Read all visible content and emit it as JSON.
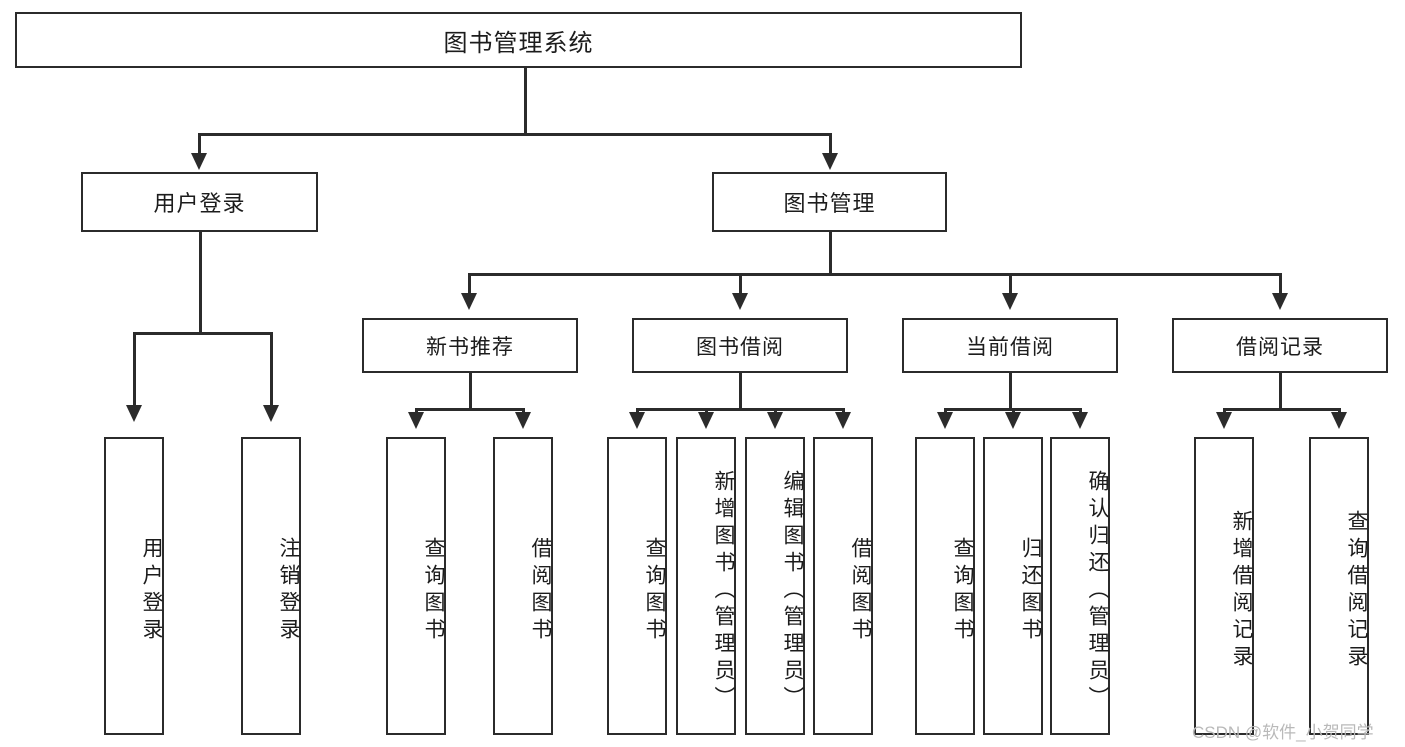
{
  "diagram": {
    "type": "tree-hierarchy",
    "root": {
      "label": "图书管理系统"
    },
    "level2": [
      {
        "label": "用户登录"
      },
      {
        "label": "图书管理"
      }
    ],
    "level3": [
      {
        "label": "新书推荐"
      },
      {
        "label": "图书借阅"
      },
      {
        "label": "当前借阅"
      },
      {
        "label": "借阅记录"
      }
    ],
    "leaves": {
      "user_login": [
        {
          "label": "用户登录"
        },
        {
          "label": "注销登录"
        }
      ],
      "new_book_recommend": [
        {
          "label": "查询图书"
        },
        {
          "label": "借阅图书"
        }
      ],
      "book_borrow": [
        {
          "label": "查询图书"
        },
        {
          "label": "新增图书（管理员）"
        },
        {
          "label": "编辑图书（管理员）"
        },
        {
          "label": "借阅图书"
        }
      ],
      "current_borrow": [
        {
          "label": "查询图书"
        },
        {
          "label": "归还图书"
        },
        {
          "label": "确认归还（管理员）"
        }
      ],
      "borrow_record": [
        {
          "label": "新增借阅记录"
        },
        {
          "label": "查询借阅记录"
        }
      ]
    }
  },
  "watermark": {
    "text": "CSDN @软件_小贺同学"
  },
  "colors": {
    "stroke": "#2b2b2b",
    "text": "#1c1c1c",
    "background": "#ffffff",
    "watermark": "#b9b9b9"
  }
}
